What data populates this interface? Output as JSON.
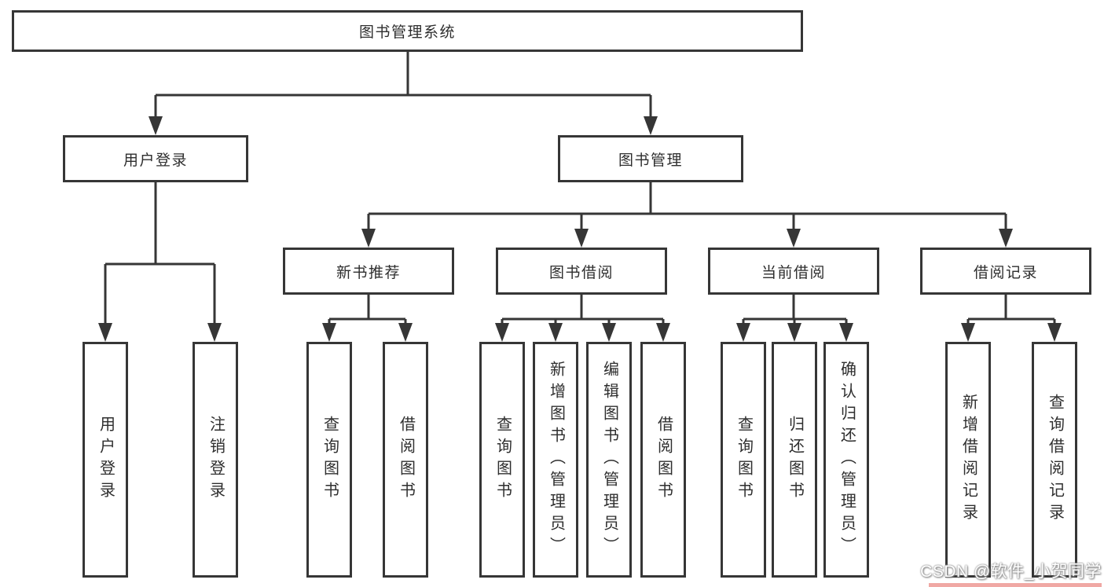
{
  "diagram": {
    "root": {
      "label": "图书管理系统"
    },
    "branches": [
      {
        "label": "用户登录",
        "children": [
          {
            "label": "用户登录"
          },
          {
            "label": "注销登录"
          }
        ]
      },
      {
        "label": "图书管理",
        "children": [
          {
            "label": "新书推荐",
            "children": [
              {
                "label": "查询图书"
              },
              {
                "label": "借阅图书"
              }
            ]
          },
          {
            "label": "图书借阅",
            "children": [
              {
                "label": "查询图书"
              },
              {
                "label": "新增图书（管理员）"
              },
              {
                "label": "编辑图书（管理员）"
              },
              {
                "label": "借阅图书"
              }
            ]
          },
          {
            "label": "当前借阅",
            "children": [
              {
                "label": "查询图书"
              },
              {
                "label": "归还图书"
              },
              {
                "label": "确认归还（管理员）"
              }
            ]
          },
          {
            "label": "借阅记录",
            "children": [
              {
                "label": "新增借阅记录"
              },
              {
                "label": "查询借阅记录"
              }
            ]
          }
        ]
      }
    ]
  },
  "watermark": {
    "text": "CSDN @软件_小贺同学"
  },
  "colors": {
    "background": "#ffffff",
    "line": "#363636",
    "box_border": "#363636",
    "text": "#2e2e2e",
    "watermark_text": "#ffffff",
    "watermark_accent": "#f0a8a4"
  }
}
